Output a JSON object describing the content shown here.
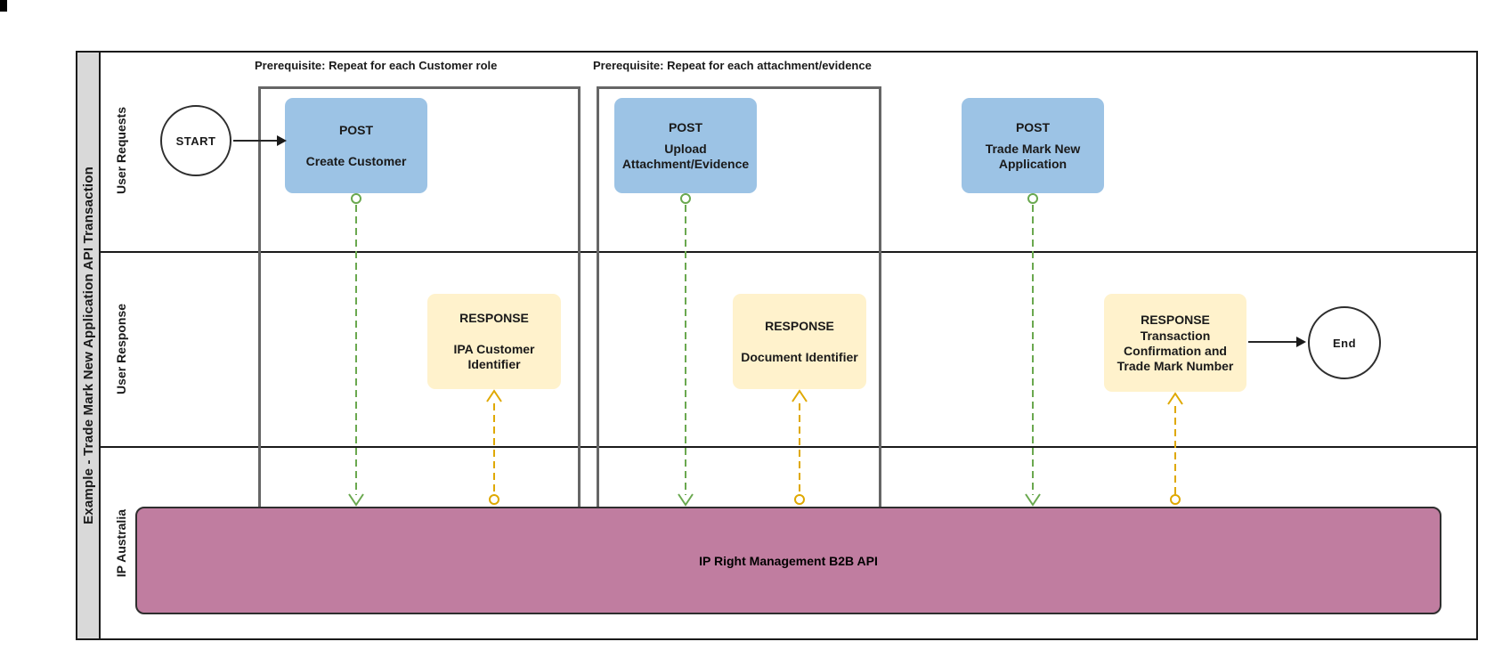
{
  "pool": {
    "title": "Example - Trade Mark New Application API Transaction",
    "lanes": [
      {
        "label": "User Requests"
      },
      {
        "label": "User Response"
      },
      {
        "label": "IP Australia"
      }
    ]
  },
  "groups": [
    {
      "label": "Prerequisite: Repeat for each Customer role"
    },
    {
      "label": "Prerequisite: Repeat for each attachment/evidence"
    }
  ],
  "events": {
    "start": "START",
    "end": "End"
  },
  "requests": [
    {
      "heading": "POST",
      "body": "Create Customer"
    },
    {
      "heading": "POST",
      "body": "Upload Attachment/Evidence"
    },
    {
      "heading": "POST",
      "body": "Trade Mark New Application"
    }
  ],
  "responses": [
    {
      "heading": "RESPONSE",
      "body": "IPA Customer Identifier"
    },
    {
      "heading": "RESPONSE",
      "body": "Document Identifier"
    },
    {
      "heading": "RESPONSE",
      "body": "Transaction Confirmation and Trade Mark Number"
    }
  ],
  "backend": {
    "label": "IP Right Management B2B API"
  },
  "colors": {
    "request-fill": "#9CC3E5",
    "response-fill": "#FFF2CC",
    "backend-fill": "#C07DA0",
    "request-flow": "#6AA84F",
    "response-flow": "#DFA800",
    "lane-header-fill": "#D9D9D9",
    "group-border": "#666666",
    "line-color": "#1A1A1A"
  }
}
